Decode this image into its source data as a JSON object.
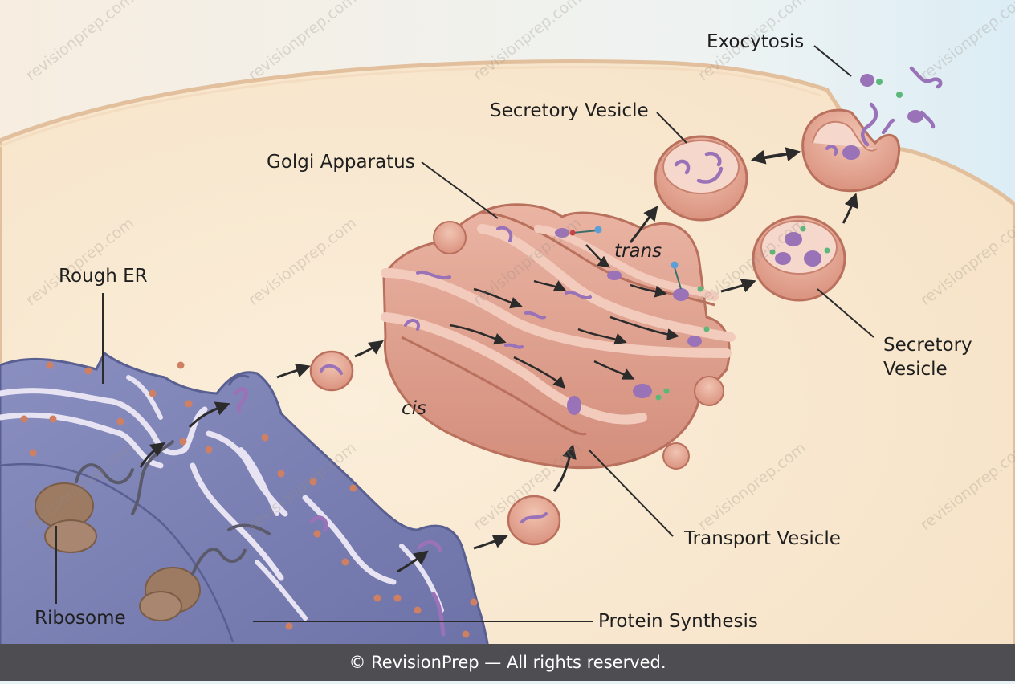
{
  "labels": {
    "exocytosis": "Exocytosis",
    "secretory_vesicle_top": "Secretory Vesicle",
    "golgi_apparatus": "Golgi Apparatus",
    "trans": "trans",
    "rough_er": "Rough ER",
    "cis": "cis",
    "secretory_vesicle_right_line1": "Secretory",
    "secretory_vesicle_right_line2": "Vesicle",
    "transport_vesicle": "Transport Vesicle",
    "ribosome": "Ribosome",
    "protein_synthesis": "Protein Synthesis"
  },
  "watermark": "revisionprep.com",
  "footer": "© RevisionPrep — All rights reserved.",
  "colors": {
    "cytoplasm": "#f8e6cc",
    "membrane": "#e9c9a8",
    "extracellular": "#e6f1f5",
    "rough_er": "#7c82b5",
    "nucleus": "#8d82b6",
    "golgi": "#e3a392",
    "vesicle": "#e2a08e",
    "ribosome": "#9c7b62",
    "protein": "#9a72b8",
    "footer_bg": "#4e4e52"
  }
}
